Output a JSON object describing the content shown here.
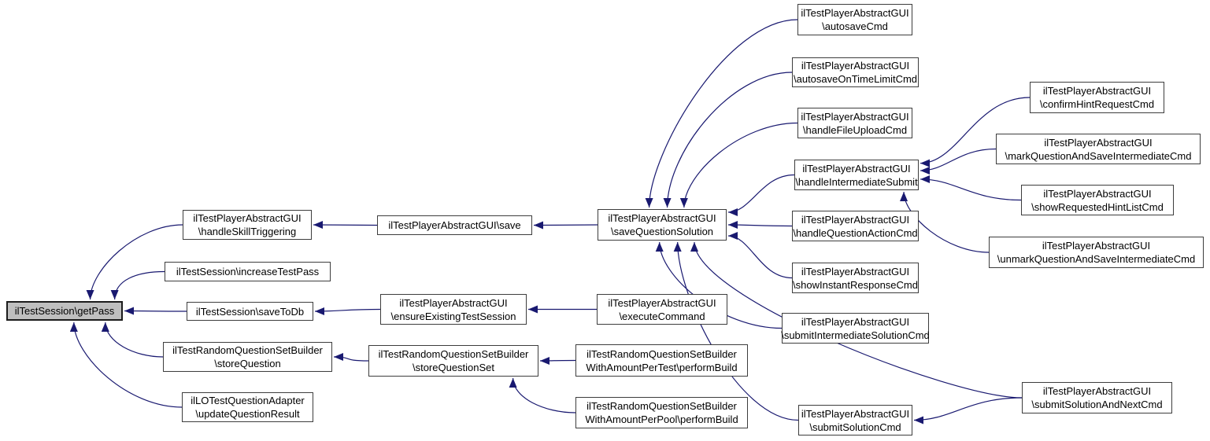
{
  "diagram": {
    "kind": "caller-graph",
    "edge_color": "#191970",
    "node_fill": "#ffffff",
    "node_border_color": "#3d3d3d",
    "highlight_fill": "#bfbfbf",
    "highlight_border_color": "#1c1c1c"
  },
  "nodes": [
    {
      "id": "getPass",
      "highlighted": true,
      "lines": [
        "ilTestSession\\getPass"
      ]
    },
    {
      "id": "handleSkillTriggering",
      "highlighted": false,
      "lines": [
        "ilTestPlayerAbstractGUI",
        "\\handleSkillTriggering"
      ]
    },
    {
      "id": "increaseTestPass",
      "highlighted": false,
      "lines": [
        "ilTestSession\\increaseTestPass"
      ]
    },
    {
      "id": "saveToDb",
      "highlighted": false,
      "lines": [
        "ilTestSession\\saveToDb"
      ]
    },
    {
      "id": "storeQuestion",
      "highlighted": false,
      "lines": [
        "ilTestRandomQuestionSetBuilder",
        "\\storeQuestion"
      ]
    },
    {
      "id": "updateQuestionResult",
      "highlighted": false,
      "lines": [
        "ilLOTestQuestionAdapter",
        "\\updateQuestionResult"
      ]
    },
    {
      "id": "save",
      "highlighted": false,
      "lines": [
        "ilTestPlayerAbstractGUI\\save"
      ]
    },
    {
      "id": "ensureExistingTestSession",
      "highlighted": false,
      "lines": [
        "ilTestPlayerAbstractGUI",
        "\\ensureExistingTestSession"
      ]
    },
    {
      "id": "storeQuestionSet",
      "highlighted": false,
      "lines": [
        "ilTestRandomQuestionSetBuilder",
        "\\storeQuestionSet"
      ]
    },
    {
      "id": "saveQuestionSolution",
      "highlighted": false,
      "lines": [
        "ilTestPlayerAbstractGUI",
        "\\saveQuestionSolution"
      ]
    },
    {
      "id": "executeCommand",
      "highlighted": false,
      "lines": [
        "ilTestPlayerAbstractGUI",
        "\\executeCommand"
      ]
    },
    {
      "id": "performBuildPerTest",
      "highlighted": false,
      "lines": [
        "ilTestRandomQuestionSetBuilder",
        "WithAmountPerTest\\performBuild"
      ]
    },
    {
      "id": "performBuildPerPool",
      "highlighted": false,
      "lines": [
        "ilTestRandomQuestionSetBuilder",
        "WithAmountPerPool\\performBuild"
      ]
    },
    {
      "id": "autosaveCmd",
      "highlighted": false,
      "lines": [
        "ilTestPlayerAbstractGUI",
        "\\autosaveCmd"
      ]
    },
    {
      "id": "autosaveOnTimeLimitCmd",
      "highlighted": false,
      "lines": [
        "ilTestPlayerAbstractGUI",
        "\\autosaveOnTimeLimitCmd"
      ]
    },
    {
      "id": "handleFileUploadCmd",
      "highlighted": false,
      "lines": [
        "ilTestPlayerAbstractGUI",
        "\\handleFileUploadCmd"
      ]
    },
    {
      "id": "handleIntermediateSubmit",
      "highlighted": false,
      "lines": [
        "ilTestPlayerAbstractGUI",
        "\\handleIntermediateSubmit"
      ]
    },
    {
      "id": "handleQuestionActionCmd",
      "highlighted": false,
      "lines": [
        "ilTestPlayerAbstractGUI",
        "\\handleQuestionActionCmd"
      ]
    },
    {
      "id": "showInstantResponseCmd",
      "highlighted": false,
      "lines": [
        "ilTestPlayerAbstractGUI",
        "\\showInstantResponseCmd"
      ]
    },
    {
      "id": "submitIntermediateSolutionCmd",
      "highlighted": false,
      "lines": [
        "ilTestPlayerAbstractGUI",
        "\\submitIntermediateSolutionCmd"
      ]
    },
    {
      "id": "submitSolutionCmd",
      "highlighted": false,
      "lines": [
        "ilTestPlayerAbstractGUI",
        "\\submitSolutionCmd"
      ]
    },
    {
      "id": "confirmHintRequestCmd",
      "highlighted": false,
      "lines": [
        "ilTestPlayerAbstractGUI",
        "\\confirmHintRequestCmd"
      ]
    },
    {
      "id": "markQuestionAndSaveIntermediateCmd",
      "highlighted": false,
      "lines": [
        "ilTestPlayerAbstractGUI",
        "\\markQuestionAndSaveIntermediateCmd"
      ]
    },
    {
      "id": "showRequestedHintListCmd",
      "highlighted": false,
      "lines": [
        "ilTestPlayerAbstractGUI",
        "\\showRequestedHintListCmd"
      ]
    },
    {
      "id": "unmarkQuestionAndSaveIntermediateCmd",
      "highlighted": false,
      "lines": [
        "ilTestPlayerAbstractGUI",
        "\\unmarkQuestionAndSaveIntermediateCmd"
      ]
    },
    {
      "id": "submitSolutionAndNextCmd",
      "highlighted": false,
      "lines": [
        "ilTestPlayerAbstractGUI",
        "\\submitSolutionAndNextCmd"
      ]
    }
  ],
  "edges": [
    {
      "from": "handleSkillTriggering",
      "to": "getPass"
    },
    {
      "from": "increaseTestPass",
      "to": "getPass"
    },
    {
      "from": "saveToDb",
      "to": "getPass"
    },
    {
      "from": "storeQuestion",
      "to": "getPass"
    },
    {
      "from": "updateQuestionResult",
      "to": "getPass"
    },
    {
      "from": "save",
      "to": "handleSkillTriggering"
    },
    {
      "from": "saveQuestionSolution",
      "to": "save"
    },
    {
      "from": "ensureExistingTestSession",
      "to": "saveToDb"
    },
    {
      "from": "executeCommand",
      "to": "ensureExistingTestSession"
    },
    {
      "from": "storeQuestionSet",
      "to": "storeQuestion"
    },
    {
      "from": "performBuildPerTest",
      "to": "storeQuestionSet"
    },
    {
      "from": "performBuildPerPool",
      "to": "storeQuestionSet"
    },
    {
      "from": "autosaveCmd",
      "to": "saveQuestionSolution"
    },
    {
      "from": "autosaveOnTimeLimitCmd",
      "to": "saveQuestionSolution"
    },
    {
      "from": "handleFileUploadCmd",
      "to": "saveQuestionSolution"
    },
    {
      "from": "handleIntermediateSubmit",
      "to": "saveQuestionSolution"
    },
    {
      "from": "handleQuestionActionCmd",
      "to": "saveQuestionSolution"
    },
    {
      "from": "showInstantResponseCmd",
      "to": "saveQuestionSolution"
    },
    {
      "from": "submitIntermediateSolutionCmd",
      "to": "saveQuestionSolution"
    },
    {
      "from": "submitSolutionCmd",
      "to": "saveQuestionSolution"
    },
    {
      "from": "submitSolutionAndNextCmd",
      "to": "saveQuestionSolution"
    },
    {
      "from": "confirmHintRequestCmd",
      "to": "handleIntermediateSubmit"
    },
    {
      "from": "markQuestionAndSaveIntermediateCmd",
      "to": "handleIntermediateSubmit"
    },
    {
      "from": "showRequestedHintListCmd",
      "to": "handleIntermediateSubmit"
    },
    {
      "from": "unmarkQuestionAndSaveIntermediateCmd",
      "to": "handleIntermediateSubmit"
    },
    {
      "from": "submitSolutionAndNextCmd",
      "to": "submitSolutionCmd"
    }
  ]
}
